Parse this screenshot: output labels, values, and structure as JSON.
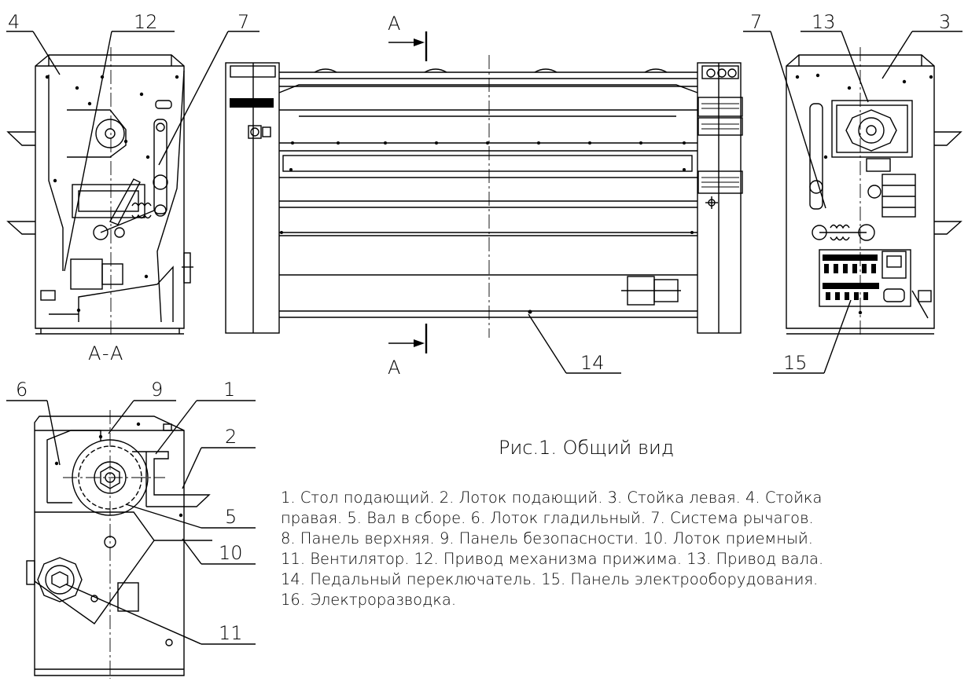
{
  "section_marker": {
    "letter_top": "A",
    "letter_bottom": "A",
    "section_label": "A-A"
  },
  "callouts": {
    "c4": "4",
    "c12": "12",
    "c7_left": "7",
    "c7_right": "7",
    "c13": "13",
    "c3": "3",
    "c14": "14",
    "c15": "15",
    "c6": "6",
    "c9": "9",
    "c1": "1",
    "c2": "2",
    "c5": "5",
    "c10": "10",
    "c11": "11"
  },
  "caption": "Рис.1. Общий вид",
  "legend": [
    "1. Стол подающий. 2. Лоток подающий. 3. Стойка левая. 4. Стойка",
    "правая. 5. Вал в сборе. 6. Лоток гладильный. 7. Система рычагов.",
    "8. Панель верхняя. 9. Панель безопасности. 10. Лоток приемный.",
    "11. Вентилятор. 12. Привод механизма прижима. 13. Привод вала.",
    "14. Педальный переключатель. 15. Панель электрооборудования.",
    "16. Электроразводка."
  ]
}
